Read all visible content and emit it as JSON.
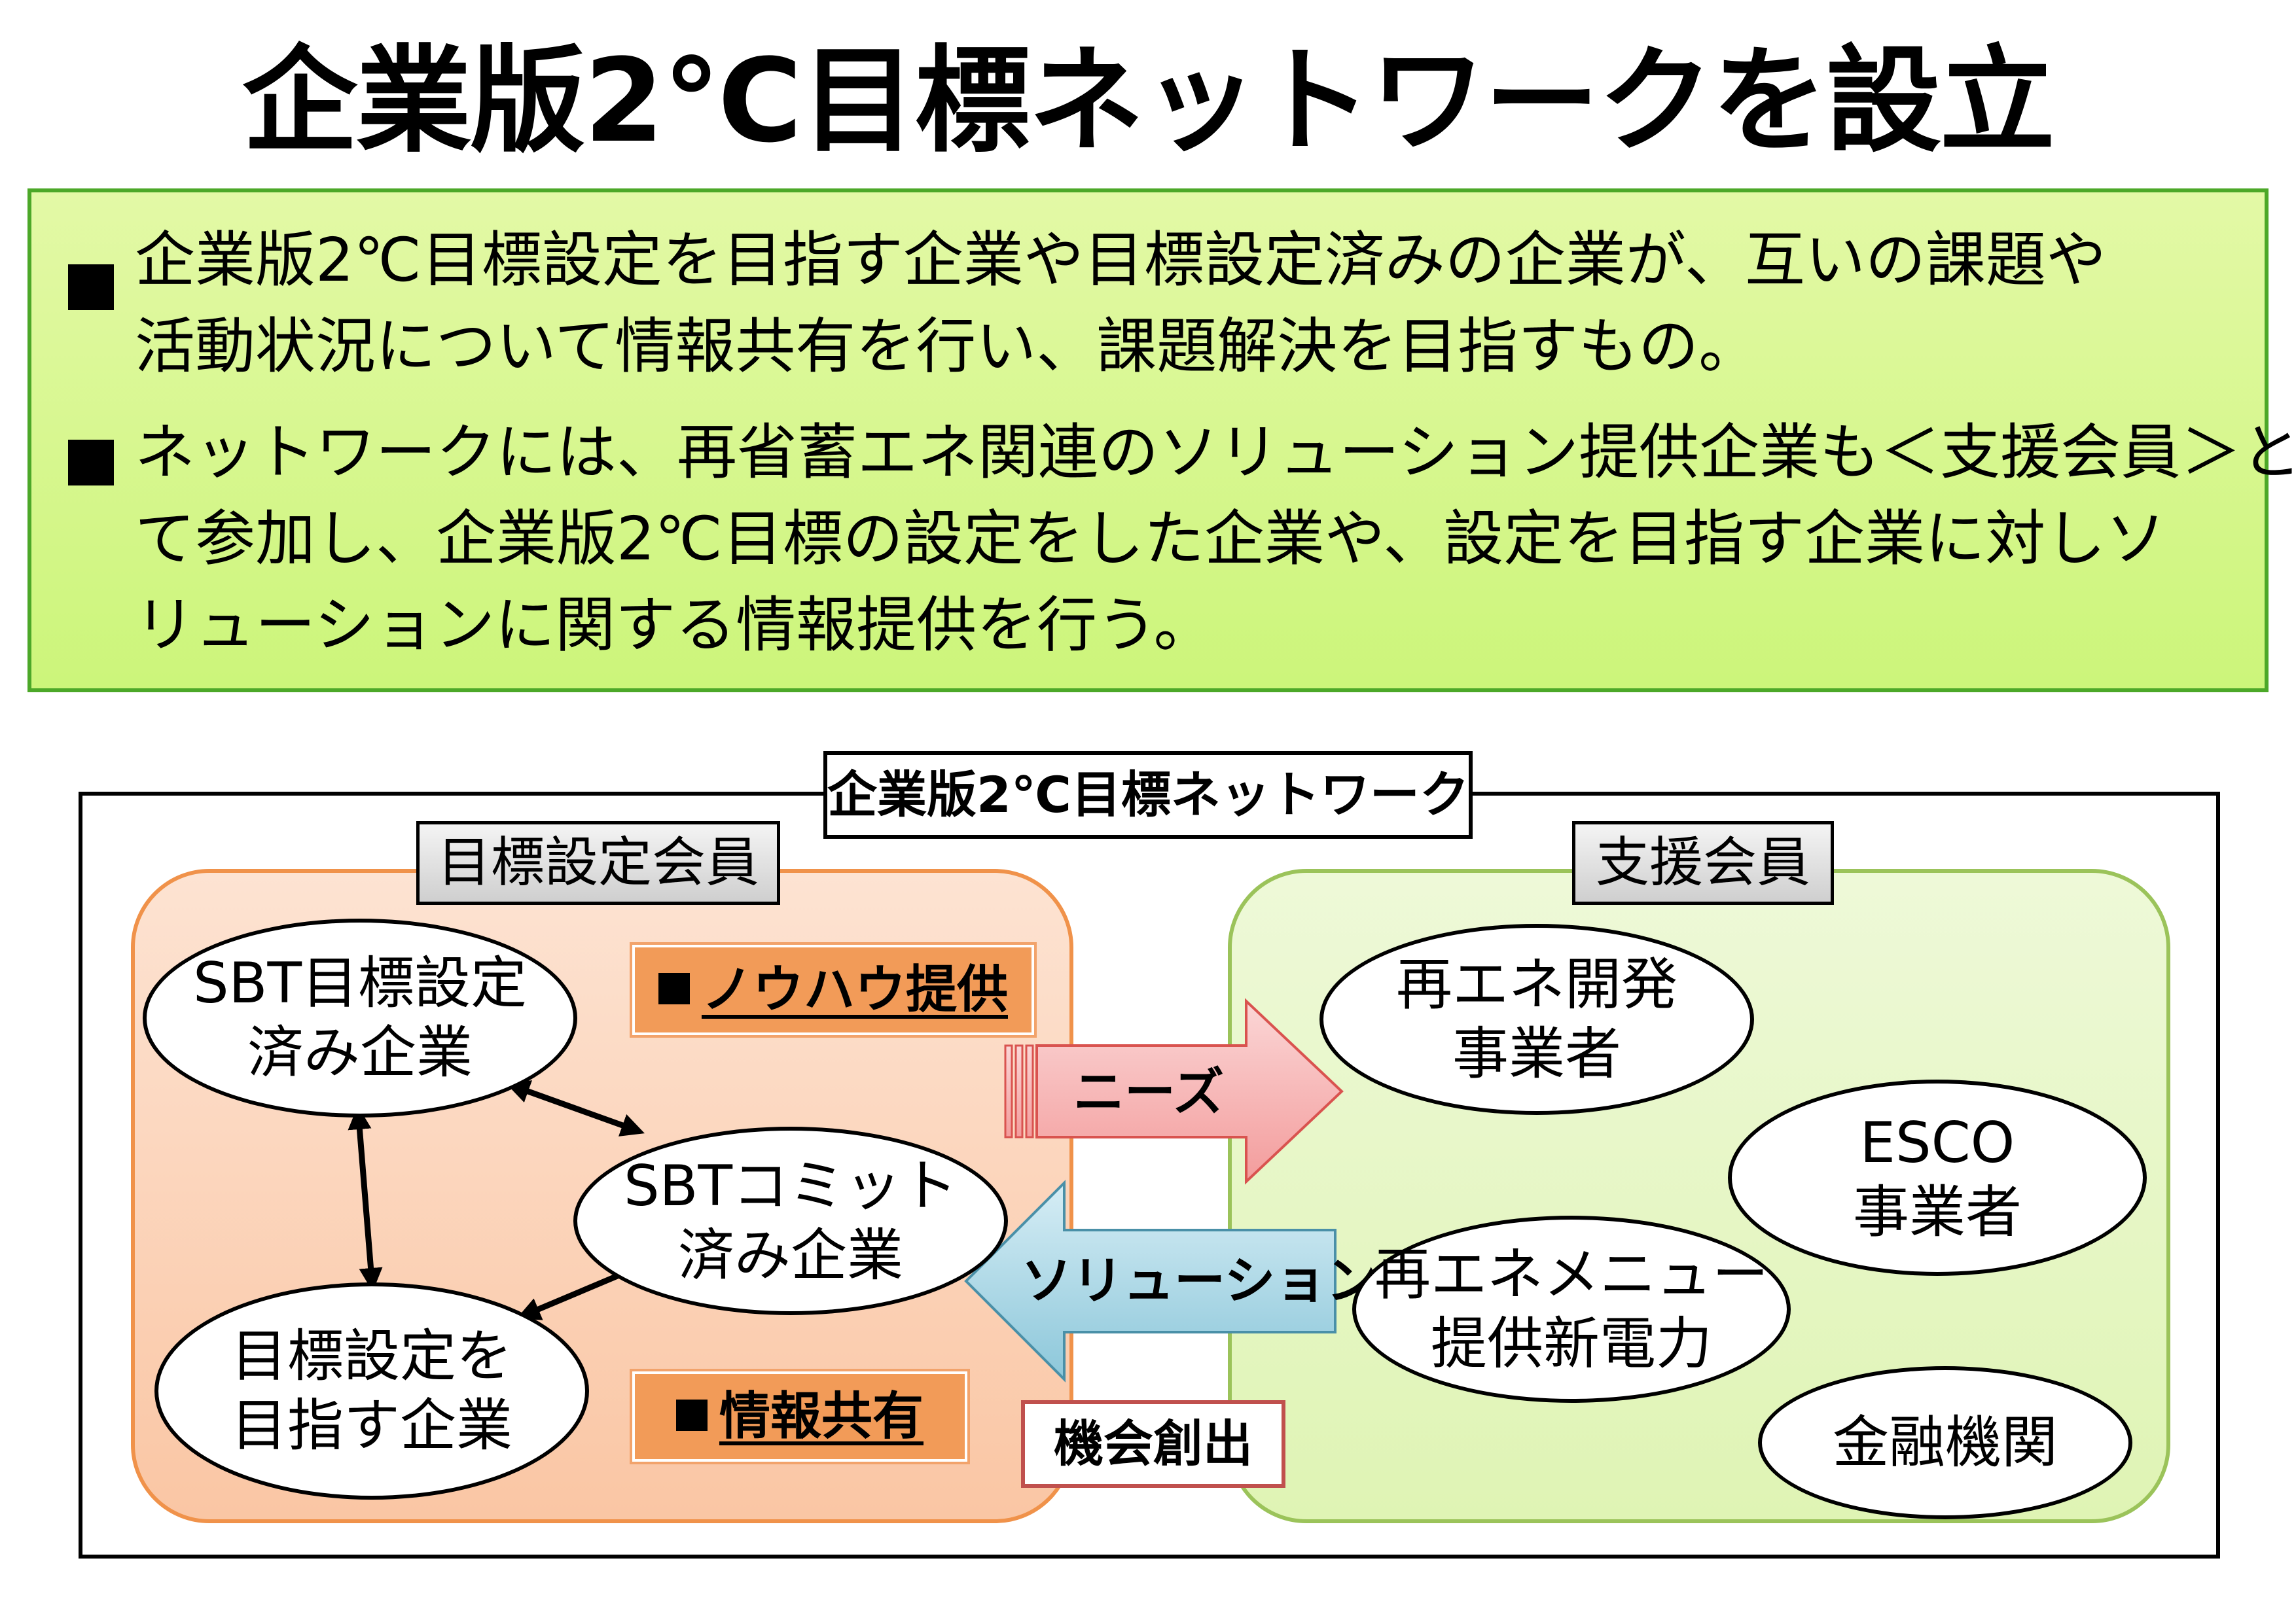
{
  "title": "企業版2℃目標ネットワークを設立",
  "summary": {
    "bullets": [
      {
        "lines": [
          "企業版2℃目標設定を目指す企業や目標設定済みの企業が、互いの課題や",
          "活動状況について情報共有を行い、課題解決を目指すもの。"
        ]
      },
      {
        "lines": [
          "ネットワークには、再省蓄エネ関連のソリューション提供企業も＜支援会員＞とし",
          "て参加し、企業版2℃目標の設定をした企業や、設定を目指す企業に対しソ",
          "リューションに関する情報提供を行う。"
        ]
      }
    ]
  },
  "diagram": {
    "network_label": "企業版2℃目標ネットワーク",
    "member_tag": "目標設定会員",
    "support_tag": "支援会員",
    "members": [
      {
        "lines": [
          "SBT目標設定",
          "済み企業"
        ]
      },
      {
        "lines": [
          "SBTコミット",
          "済み企業"
        ]
      },
      {
        "lines": [
          "目標設定を",
          "目指す企業"
        ]
      }
    ],
    "know_how": "ノウハウ提供",
    "info_share": "情報共有",
    "needs": "ニーズ",
    "solution": "ソリューション",
    "opportunity": "機会創出",
    "supporters": [
      {
        "lines": [
          "再エネ開発",
          "事業者"
        ]
      },
      {
        "lines": [
          "ESCO",
          "事業者"
        ]
      },
      {
        "lines": [
          "再エネメニュー",
          "提供新電力"
        ]
      },
      {
        "lines": [
          "金融機関"
        ]
      }
    ]
  },
  "colors": {
    "summary_border": "#4ca828",
    "member_panel_border": "#f0924a",
    "support_panel_border": "#9bc35a",
    "needs_arrow": "#f6b4b4",
    "solution_arrow": "#a9d7e6"
  }
}
